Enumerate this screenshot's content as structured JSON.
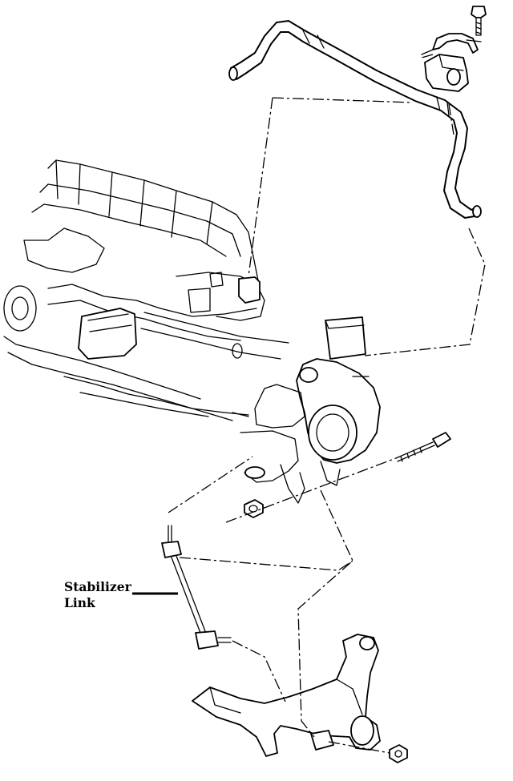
{
  "callouts": {
    "stabilizer_link": {
      "line1": "Stabilizer",
      "line2": "Link"
    }
  },
  "parts": [
    "stabilizer-bar",
    "bushing-bracket",
    "bushing",
    "bracket-bolt",
    "engine-transaxle-assembly",
    "steering-knuckle",
    "long-bolt",
    "knuckle-nut",
    "stabilizer-link",
    "lower-control-arm",
    "control-arm-nut"
  ]
}
